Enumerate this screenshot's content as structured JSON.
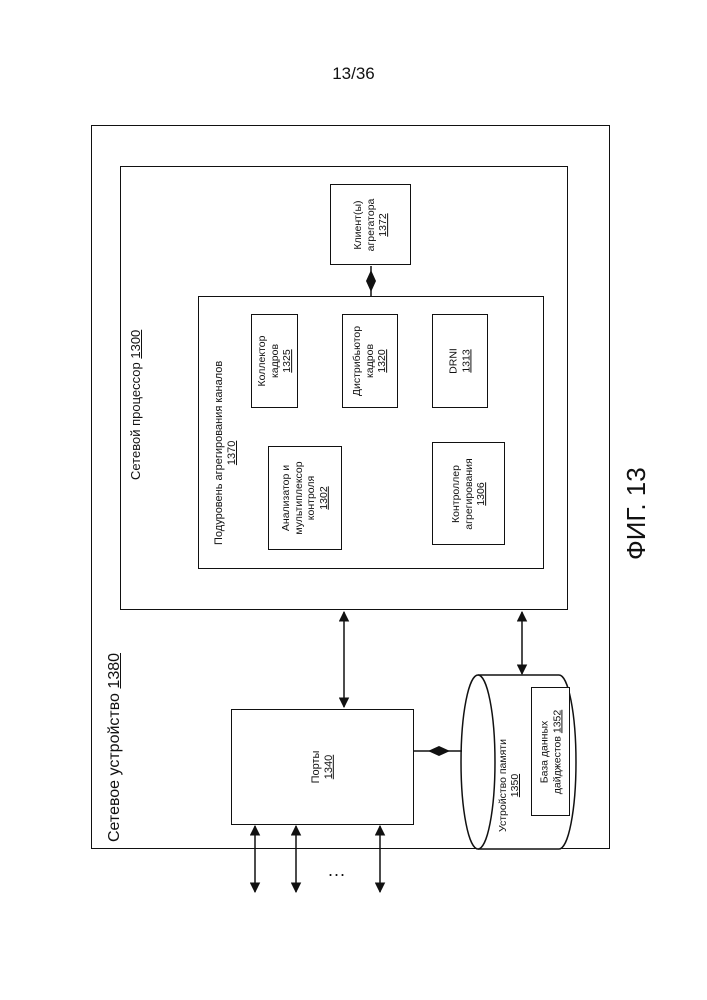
{
  "page_number": "13/36",
  "figure_label": "ФИГ. 13",
  "ellipsis": "...",
  "network_device": {
    "label": "Сетевое устройство",
    "ref": "1380"
  },
  "network_processor": {
    "label": "Сетевой процессор",
    "ref": "1300"
  },
  "sublayer": {
    "line1": "Подуровень агрегирования каналов",
    "ref": "1370"
  },
  "frame_collector": {
    "line1": "Коллектор",
    "line2": "кадров",
    "ref": "1325"
  },
  "frame_distributor": {
    "line1": "Дистрибьютор",
    "line2": "кадров",
    "ref": "1320"
  },
  "drni": {
    "line1": "DRNI",
    "ref": "1313"
  },
  "analyzer": {
    "line1": "Анализатор и",
    "line2": "мультиплексор",
    "line3": "контроля",
    "ref": "1302"
  },
  "controller": {
    "line1": "Контроллер",
    "line2": "агрегирования",
    "ref": "1306"
  },
  "aggregator_clients": {
    "line1": "Клиент(ы)",
    "line2": "агрегатора",
    "ref": "1372"
  },
  "ports": {
    "label": "Порты",
    "ref": "1340"
  },
  "memory": {
    "line1": "Устройство памяти",
    "ref": "1350"
  },
  "digest_db": {
    "line1": "База данных",
    "line2": "дайджестов",
    "ref": "1352"
  }
}
